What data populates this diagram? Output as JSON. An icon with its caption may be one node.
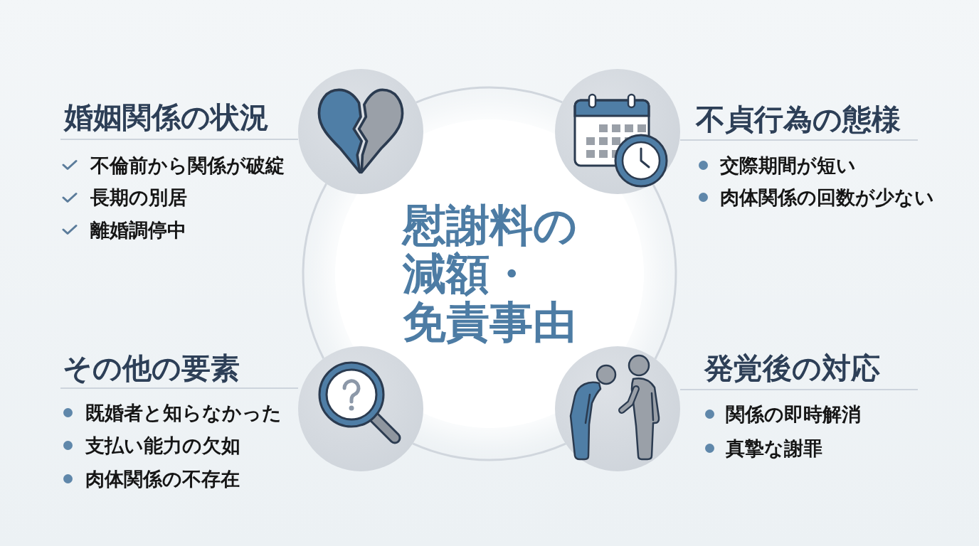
{
  "diagram": {
    "nodes": [
      {
        "text": [],
        "shape": "picture",
        "beside": [
          "婚姻関係の状況",
          "不倫前から関係が破綻",
          "長期の別居",
          "離婚調停中"
        ]
      },
      {
        "text": [],
        "shape": "picture",
        "beside": [
          "不貞行為の態様",
          "交際期間が短い",
          "肉体関係の回数が少ない"
        ]
      },
      {
        "text": [
          "慰謝料の減額・免責事由"
        ]
      },
      {
        "text": [],
        "shape": "picture",
        "beside": [
          "その他の要素",
          "既婚者と知らなかった",
          "支払い能力の欠如",
          "肉体関係の不存在"
        ]
      },
      {
        "text": [],
        "shape": "picture",
        "beside": [
          "発覚後の対応",
          "関係の即時解消",
          "真摯な謝罪"
        ]
      }
    ],
    "edges": [
      {
        "from": 0,
        "to": 1,
        "arrow": "none"
      },
      {
        "from": 1,
        "to": 4,
        "arrow": "none"
      },
      {
        "from": 4,
        "to": 3,
        "arrow": "none"
      },
      {
        "from": 3,
        "to": 0,
        "arrow": "none"
      }
    ]
  }
}
